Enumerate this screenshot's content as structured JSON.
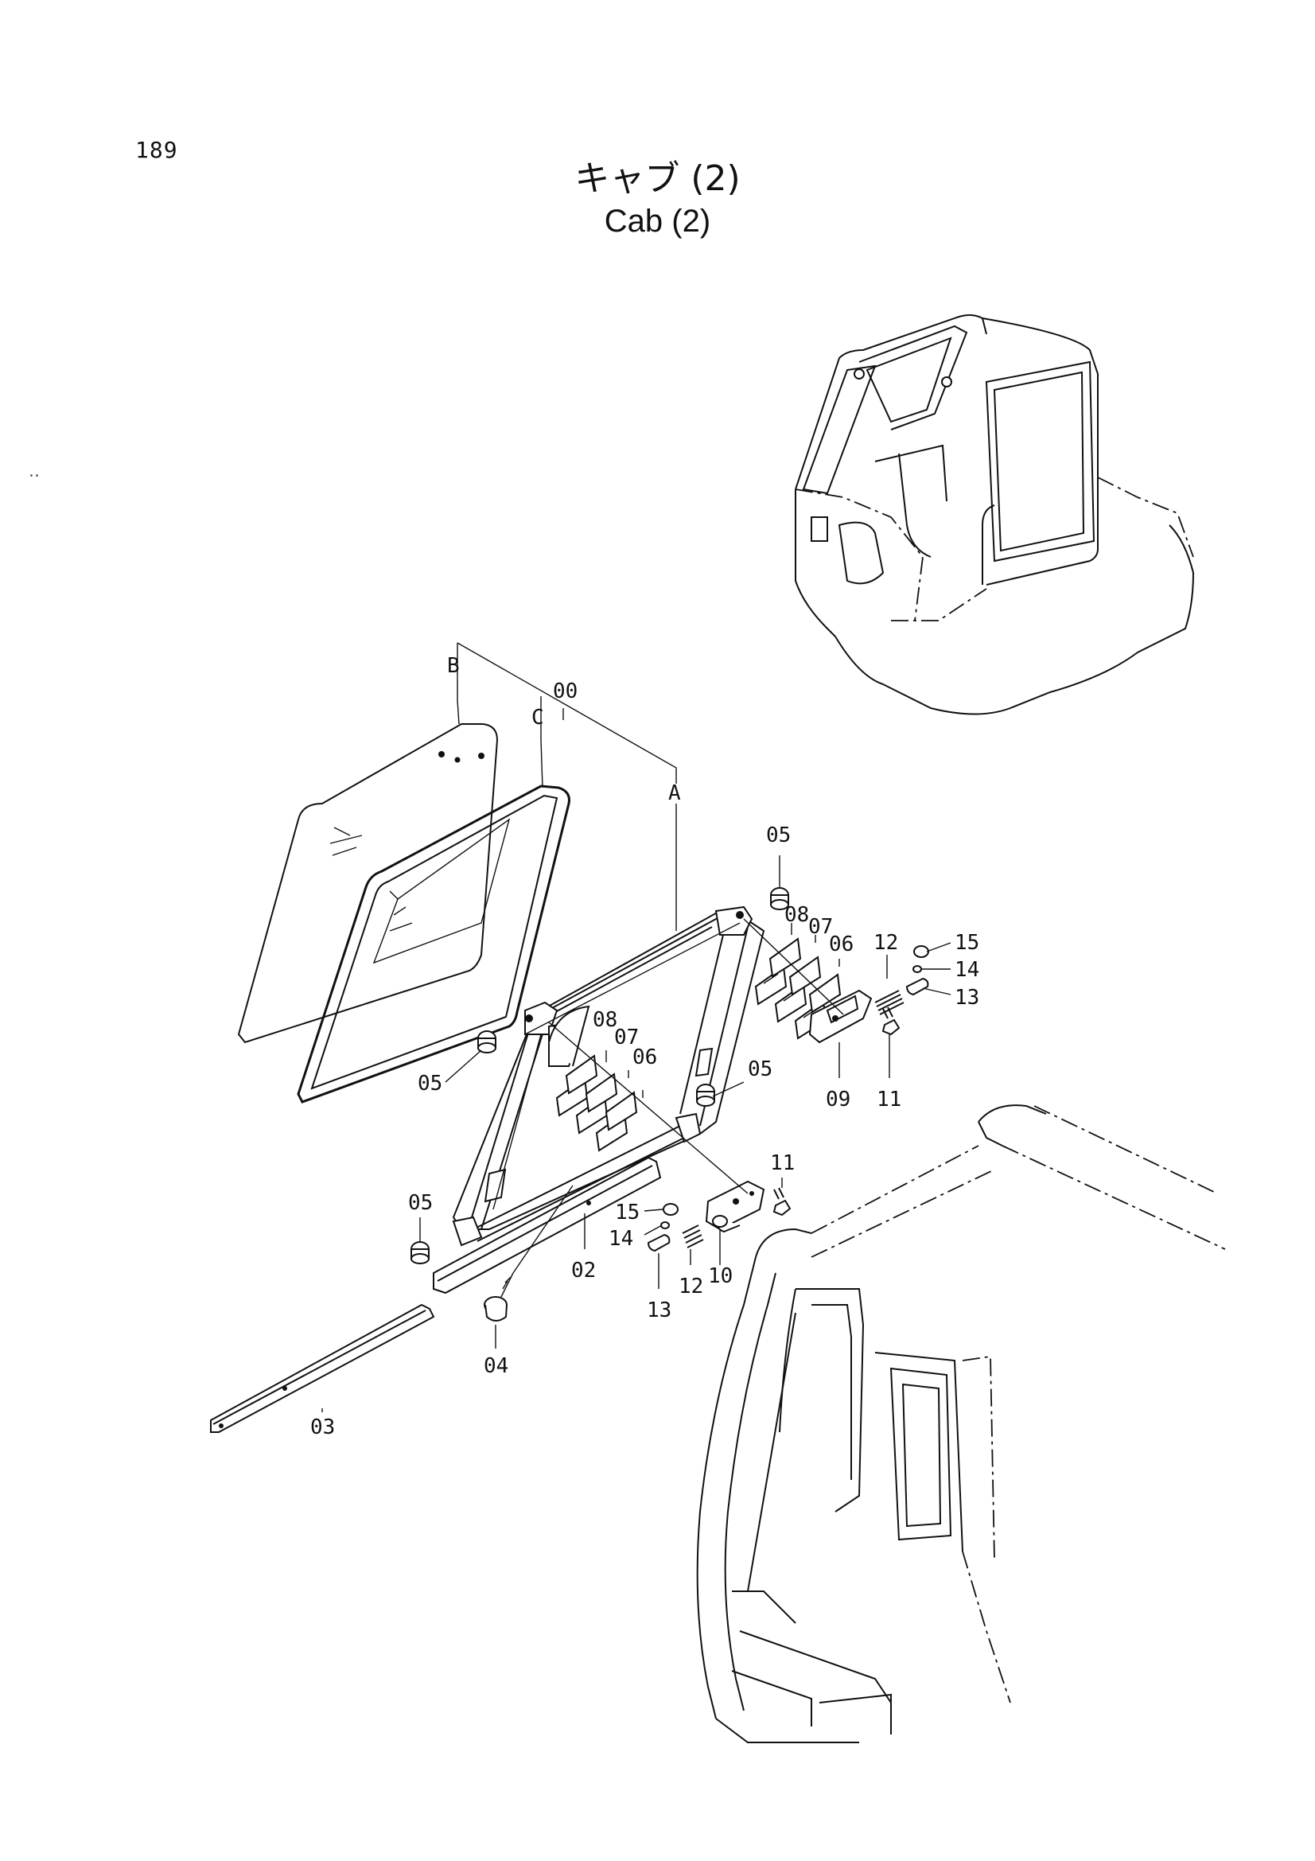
{
  "page_number": "189",
  "title_jp": "キャブ (2)",
  "title_en": "Cab (2)",
  "margin_mark": "..",
  "callouts": [
    {
      "id": "callout-B",
      "text": "B"
    },
    {
      "id": "callout-C",
      "text": "C"
    },
    {
      "id": "callout-00",
      "text": "00"
    },
    {
      "id": "callout-A",
      "text": "A"
    },
    {
      "id": "callout-05-top",
      "text": "05"
    },
    {
      "id": "callout-08-right",
      "text": "08"
    },
    {
      "id": "callout-07-right",
      "text": "07"
    },
    {
      "id": "callout-06-right",
      "text": "06"
    },
    {
      "id": "callout-12-right",
      "text": "12"
    },
    {
      "id": "callout-15-right",
      "text": "15"
    },
    {
      "id": "callout-14-right",
      "text": "14"
    },
    {
      "id": "callout-13-right",
      "text": "13"
    },
    {
      "id": "callout-09",
      "text": "09"
    },
    {
      "id": "callout-11-right",
      "text": "11"
    },
    {
      "id": "callout-08-left",
      "text": "08"
    },
    {
      "id": "callout-07-left",
      "text": "07"
    },
    {
      "id": "callout-06-left",
      "text": "06"
    },
    {
      "id": "callout-05-left",
      "text": "05"
    },
    {
      "id": "callout-05-mid",
      "text": "05"
    },
    {
      "id": "callout-05-bottom",
      "text": "05"
    },
    {
      "id": "callout-11-lower",
      "text": "11"
    },
    {
      "id": "callout-15-lower",
      "text": "15"
    },
    {
      "id": "callout-14-lower",
      "text": "14"
    },
    {
      "id": "callout-02",
      "text": "02"
    },
    {
      "id": "callout-12-lower",
      "text": "12"
    },
    {
      "id": "callout-10",
      "text": "10"
    },
    {
      "id": "callout-13-lower",
      "text": "13"
    },
    {
      "id": "callout-04",
      "text": "04"
    },
    {
      "id": "callout-03",
      "text": "03"
    }
  ]
}
